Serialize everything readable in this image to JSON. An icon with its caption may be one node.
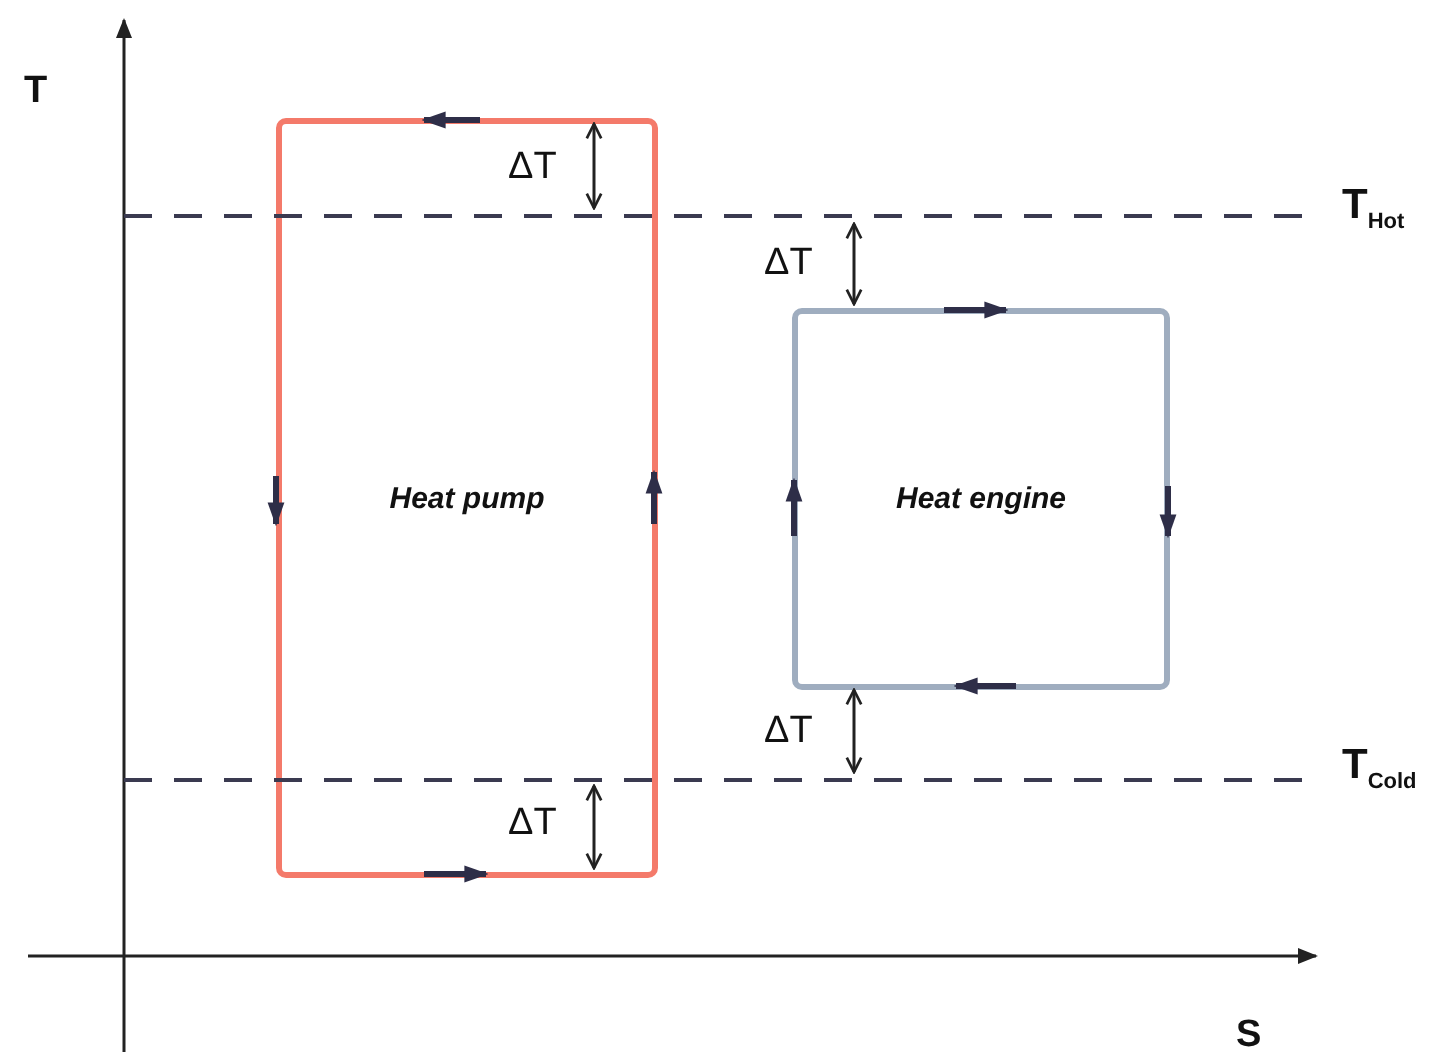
{
  "diagram": {
    "nodes": [
      {
        "text": [
          "Heat pump"
        ]
      },
      {
        "text": [
          "Heat engine"
        ]
      }
    ],
    "labels": [
      "T",
      "ΔT",
      "T$_{Hot}$",
      "ΔT",
      "ΔT",
      "T$_{Cold}$",
      "ΔT",
      "S"
    ]
  }
}
